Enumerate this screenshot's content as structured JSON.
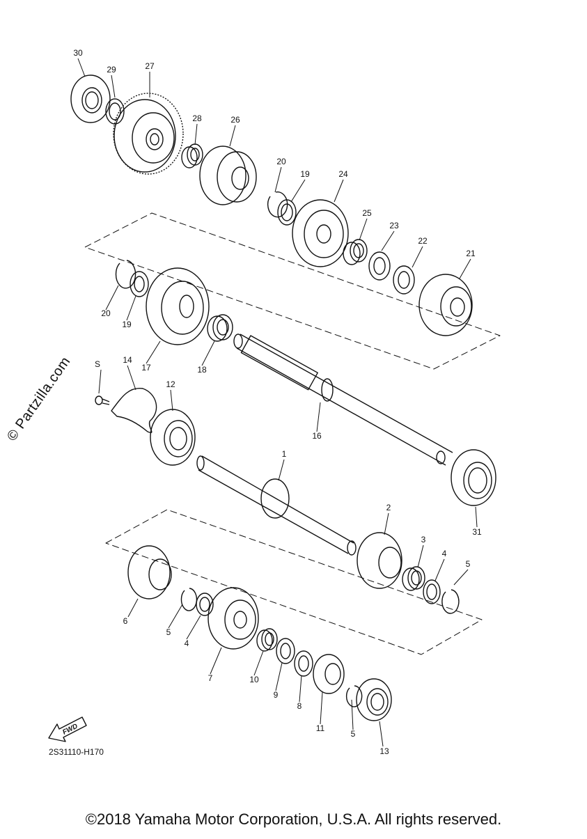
{
  "diagram": {
    "drawing_code": "2S31110-H170",
    "watermark": "© Partzilla.com",
    "copyright": "©2018 Yamaha Motor Corporation, U.S.A. All rights reserved.",
    "fwd_label": "FWD",
    "callouts": [
      "30",
      "29",
      "27",
      "28",
      "26",
      "20",
      "19",
      "24",
      "25",
      "23",
      "22",
      "21",
      "20",
      "19",
      "17",
      "18",
      "S",
      "14",
      "12",
      "16",
      "1",
      "31",
      "2",
      "3",
      "4",
      "5",
      "6",
      "5",
      "4",
      "7",
      "10",
      "9",
      "8",
      "11",
      "5",
      "13"
    ]
  }
}
